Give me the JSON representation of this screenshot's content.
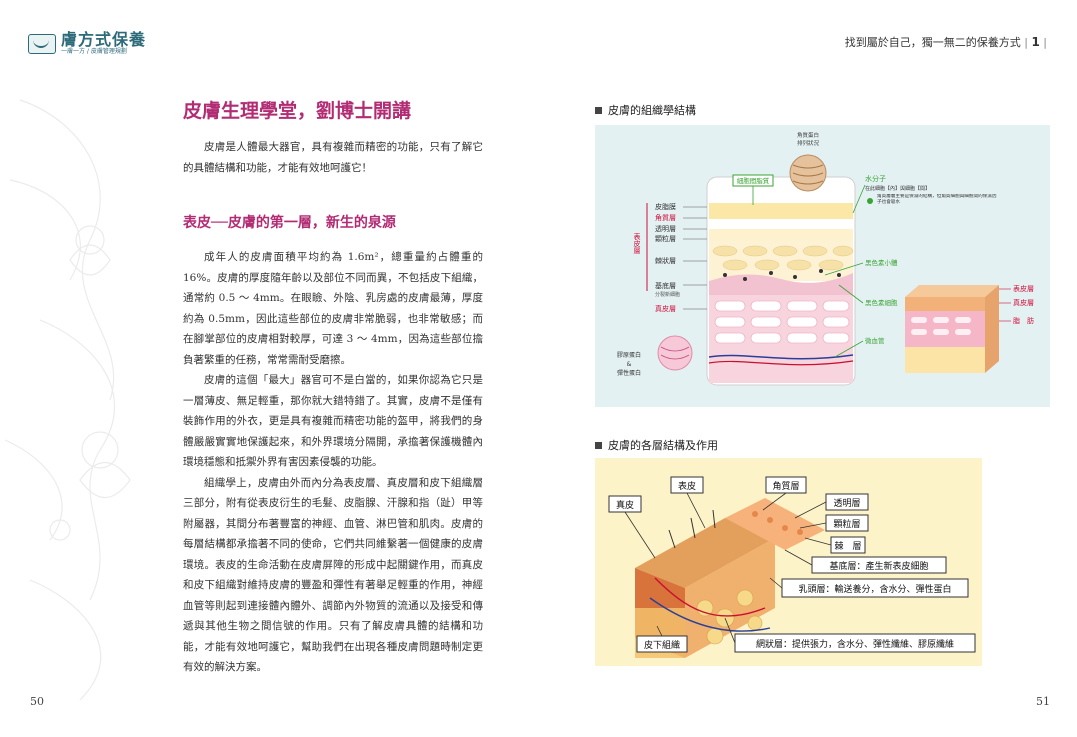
{
  "header": {
    "logo_main": "膚方式保養",
    "logo_sub": "一膚一方 / 皮膚管理規劃",
    "right_text": "找到屬於自己，獨一無二的保養方式",
    "chapter_num": "1"
  },
  "left": {
    "title": "皮膚生理學堂，劉博士開講",
    "intro": "皮膚是人體最大器官，具有複雜而精密的功能，只有了解它的具體結構和功能，才能有效地呵護它！",
    "subtitle": "表皮──皮膚的第一層，新生的泉源",
    "p1": "成年人的皮膚面積平均約為 1.6m²，總重量約占體重的 16%。皮膚的厚度隨年齡以及部位不同而異，不包括皮下組織，通常約 0.5 ～ 4mm。在眼瞼、外陰、乳房處的皮膚最薄，厚度約為 0.5mm，因此這些部位的皮膚非常脆弱，也非常敏感；而在腳掌部位的皮膚相對較厚，可達 3 ～ 4mm，因為這些部位擔負著繁重的任務，常常需耐受磨擦。",
    "p2": "皮膚的這個「最大」器官可不是白當的，如果你認為它只是一層薄皮、無足輕重，那你就大錯特錯了。其實，皮膚不是僅有裝飾作用的外衣，更是具有複雜而精密功能的盔甲，將我們的身體嚴嚴實實地保護起來，和外界環境分隔開，承擔著保護機體內環境穩態和抵禦外界有害因素侵襲的功能。",
    "p3": "組織學上，皮膚由外而內分為表皮層、真皮層和皮下組織層三部分，附有從表皮衍生的毛髮、皮脂腺、汗腺和指（趾）甲等附屬器，其間分布著豐富的神經、血管、淋巴管和肌肉。皮膚的每層結構都承擔著不同的使命，它們共同維繫著一個健康的皮膚環境。表皮的生命活動在皮膚屏障的形成中起關鍵作用，而真皮和皮下組織對維持皮膚的豐盈和彈性有著舉足輕重的作用，神經血管等則起到連接體內體外、調節內外物質的流通以及接受和傳遞與其他生物之間信號的作用。只有了解皮膚具體的結構和功能，才能有效地呵護它，幫助我們在出現各種皮膚問題時制定更有效的解決方案。",
    "page_num": "50"
  },
  "right": {
    "section1_title": "皮膚的組織學結構",
    "diagram1": {
      "keratin_top": "角質蛋白",
      "keratin_top2": "排列狀況",
      "intercellular": "細胞間脂質",
      "left_labels": [
        "皮脂膜",
        "角質層",
        "透明層",
        "顆粒層",
        "棘狀層",
        "基底層",
        "真皮層"
      ],
      "basal_note": "分裂新細胞",
      "epidermis_vertical": "表皮層",
      "water_title": "水分子",
      "water_desc": "在此細胞【內】與細胞【間】",
      "water_note": "角質層層主要是保濕的結構，但角質細胞與細胞間的保濕因子也會吸水",
      "melanosome": "黑色素小體",
      "melanocyte": "黑色素細胞",
      "vessel": "微血管",
      "collagen": "膠原蛋白",
      "amp": "&",
      "elastin": "彈性蛋白",
      "block_labels": [
        "表皮層",
        "真皮層",
        "脂　肪"
      ]
    },
    "section2_title": "皮膚的各層結構及作用",
    "diagram2": {
      "labels": {
        "epidermis": "表皮",
        "dermis": "真皮",
        "stratum_corneum": "角質層",
        "lucidum": "透明層",
        "granulosum": "顆粒層",
        "spinosum": "棘　層",
        "basale": "基底層：產生新表皮細胞",
        "papillary": "乳頭層：輸送養分，含水分、彈性蛋白",
        "subcutis": "皮下組織",
        "reticular": "網狀層：提供張力，含水分、彈性纖維、膠原纖維"
      }
    },
    "page_num": "51"
  },
  "colors": {
    "title": "#b22c74",
    "accent_red": "#d0103a",
    "accent_green": "#3aa335",
    "diagram_bg": "#e4f1f3",
    "layers_bg": "#fdf3c8"
  }
}
